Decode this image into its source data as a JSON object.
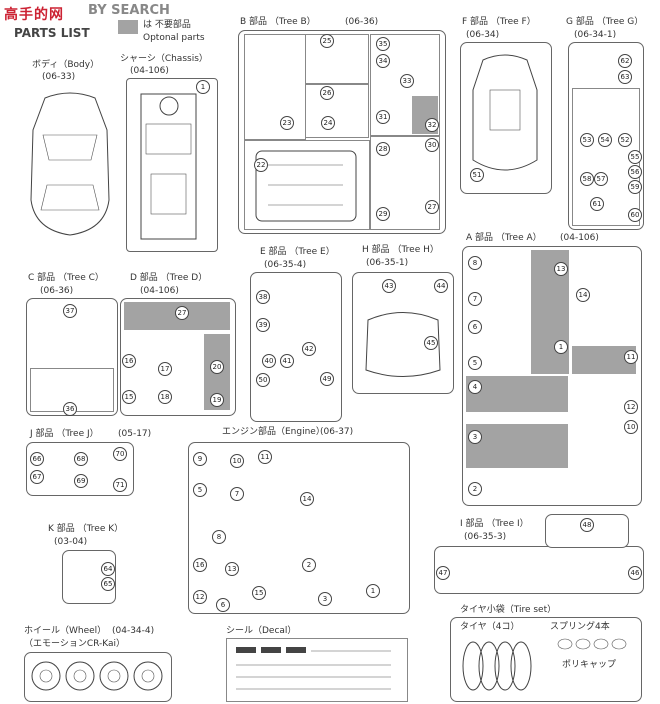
{
  "header": {
    "watermark": "高手的网",
    "site": "BY SEARCH",
    "parts_list": "PARTS LIST",
    "legend_jp": "は 不要部品",
    "legend_en": "Optonal parts",
    "legend_color": "#a3a3a3"
  },
  "sections": {
    "body": {
      "title": "ボディ（Body）",
      "code": "(06-33)"
    },
    "chassis": {
      "title": "シャーシ（Chassis）",
      "code": "(04-106)"
    },
    "tree_b": {
      "title": "B 部品 （Tree B）",
      "code": "(06-36)"
    },
    "tree_f": {
      "title": "F 部品 （Tree F）",
      "code": "(06-34)"
    },
    "tree_g": {
      "title": "G 部品 （Tree G）",
      "code": "(06-34-1)"
    },
    "tree_c": {
      "title": "C 部品 （Tree C）",
      "code": "(06-36)"
    },
    "tree_d": {
      "title": "D 部品 （Tree D）",
      "code": "(04-106)"
    },
    "tree_e": {
      "title": "E 部品 （Tree E）",
      "code": "(06-35-4)"
    },
    "tree_h": {
      "title": "H 部品 （Tree H）",
      "code": "(06-35-1)"
    },
    "tree_a": {
      "title": "A 部品 （Tree A）",
      "code": "(04-106)"
    },
    "tree_j": {
      "title": "J 部品 （Tree J）",
      "code": "(05-17)"
    },
    "engine": {
      "title": "エンジン部品（Engine）",
      "code": "(06-37)"
    },
    "tree_k": {
      "title": "K 部品 （Tree K）",
      "code": "(03-04)"
    },
    "tree_i": {
      "title": "I 部品 （Tree I）",
      "code": "(06-35-3)"
    },
    "wheel": {
      "title": "ホイール（Wheel）",
      "code": "(04-34-4)",
      "sub": "（エモーションCR-Kai）"
    },
    "decal": {
      "title": "シール（Decal）"
    },
    "tire": {
      "title": "タイヤ小袋（Tire set）",
      "tire_count": "タイヤ（4コ）",
      "spring": "スプリング4本",
      "cap": "ポリキャップ"
    }
  },
  "parts": {
    "chassis": [
      "1"
    ],
    "tree_b": [
      "25",
      "26",
      "22",
      "23",
      "24",
      "33",
      "34",
      "35",
      "31",
      "32",
      "28",
      "29",
      "27",
      "30"
    ],
    "tree_f": [
      "51"
    ],
    "tree_g": [
      "53",
      "54",
      "52",
      "55",
      "56",
      "57",
      "58",
      "59",
      "60",
      "61",
      "62",
      "63"
    ],
    "tree_c": [
      "37",
      "36"
    ],
    "tree_d": [
      "27",
      "16",
      "17",
      "15",
      "18",
      "20",
      "19"
    ],
    "tree_e": [
      "38",
      "39",
      "40",
      "41",
      "42",
      "50",
      "49"
    ],
    "tree_h": [
      "43",
      "44",
      "45"
    ],
    "tree_a": [
      "8",
      "7",
      "6",
      "5",
      "4",
      "3",
      "2",
      "13",
      "14",
      "1",
      "11",
      "12",
      "10"
    ],
    "tree_j": [
      "66",
      "67",
      "68",
      "69",
      "70",
      "71"
    ],
    "engine": [
      "9",
      "10",
      "11",
      "5",
      "7",
      "8",
      "16",
      "13",
      "15",
      "12",
      "6",
      "2",
      "3",
      "1",
      "14"
    ],
    "tree_k": [
      "64",
      "65"
    ],
    "tree_i": [
      "46",
      "47",
      "48"
    ]
  }
}
